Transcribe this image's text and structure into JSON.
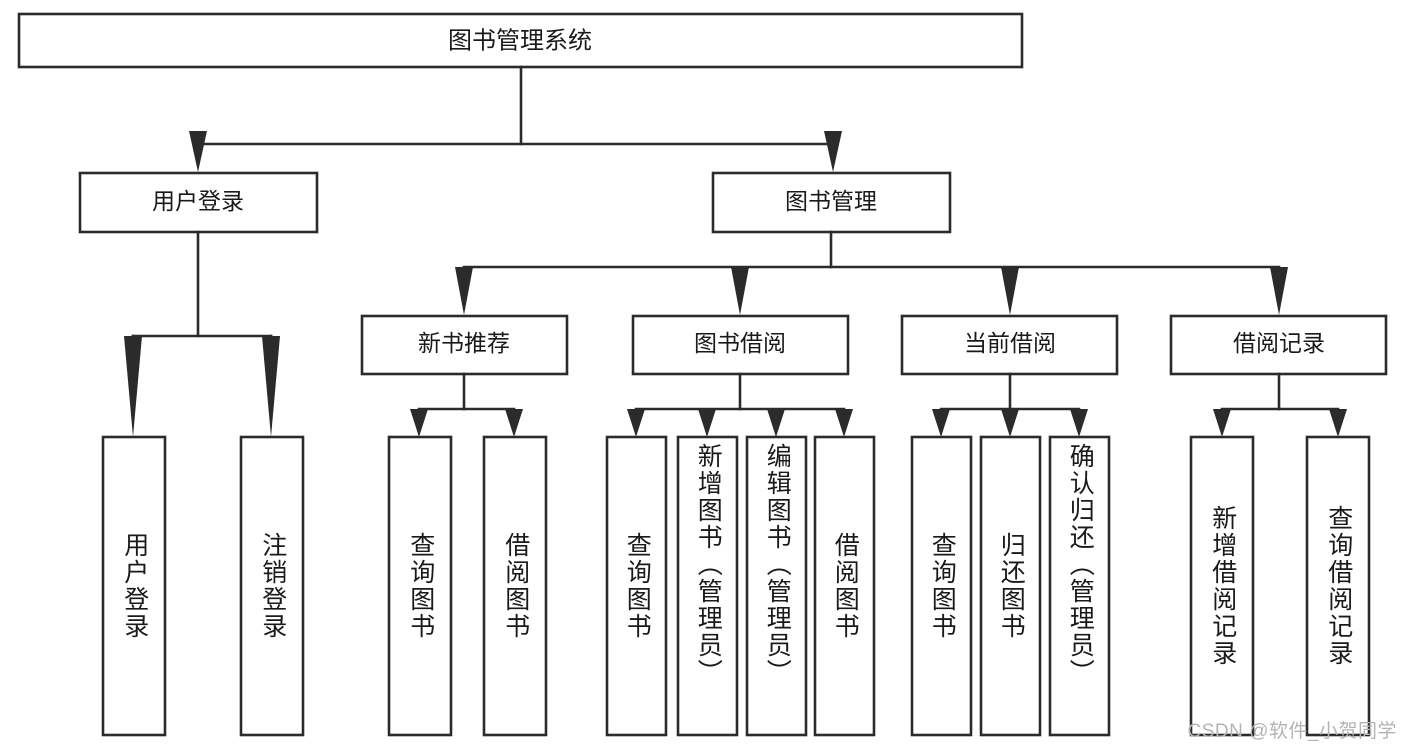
{
  "diagram": {
    "type": "tree-hierarchy-chart",
    "title": "图书管理系统",
    "orientation": "top-down",
    "colors": {
      "box_stroke": "#2b2b2b",
      "box_fill": "#ffffff",
      "connector": "#2b2b2b",
      "text": "#1a1a1a",
      "watermark": "#b4b4b4",
      "background": "#ffffff"
    },
    "root": {
      "label": "图书管理系统"
    },
    "level2": [
      {
        "id": "user-login",
        "label": "用户登录"
      },
      {
        "id": "book-management",
        "label": "图书管理"
      }
    ],
    "level3": [
      {
        "id": "new-book-recommend",
        "label": "新书推荐",
        "parent": "book-management"
      },
      {
        "id": "book-borrow",
        "label": "图书借阅",
        "parent": "book-management"
      },
      {
        "id": "current-borrow",
        "label": "当前借阅",
        "parent": "book-management"
      },
      {
        "id": "borrow-record",
        "label": "借阅记录",
        "parent": "book-management"
      }
    ],
    "leaves": {
      "user-login": [
        {
          "id": "leaf-user-login",
          "label": "用户登录"
        },
        {
          "id": "leaf-logout",
          "label": "注销登录"
        }
      ],
      "new-book-recommend": [
        {
          "id": "leaf-query-book-1",
          "label": "查询图书"
        },
        {
          "id": "leaf-borrow-book-1",
          "label": "借阅图书"
        }
      ],
      "book-borrow": [
        {
          "id": "leaf-query-book-2",
          "label": "查询图书"
        },
        {
          "id": "leaf-add-book",
          "label": "新增图书（管理员）"
        },
        {
          "id": "leaf-edit-book",
          "label": "编辑图书（管理员）"
        },
        {
          "id": "leaf-borrow-book-2",
          "label": "借阅图书"
        }
      ],
      "current-borrow": [
        {
          "id": "leaf-query-book-3",
          "label": "查询图书"
        },
        {
          "id": "leaf-return-book",
          "label": "归还图书"
        },
        {
          "id": "leaf-confirm-return",
          "label": "确认归还（管理员）"
        }
      ],
      "borrow-record": [
        {
          "id": "leaf-add-record",
          "label": "新增借阅记录"
        },
        {
          "id": "leaf-query-record",
          "label": "查询借阅记录"
        }
      ]
    }
  },
  "watermark": {
    "text": "CSDN @软件_小贺同学"
  }
}
